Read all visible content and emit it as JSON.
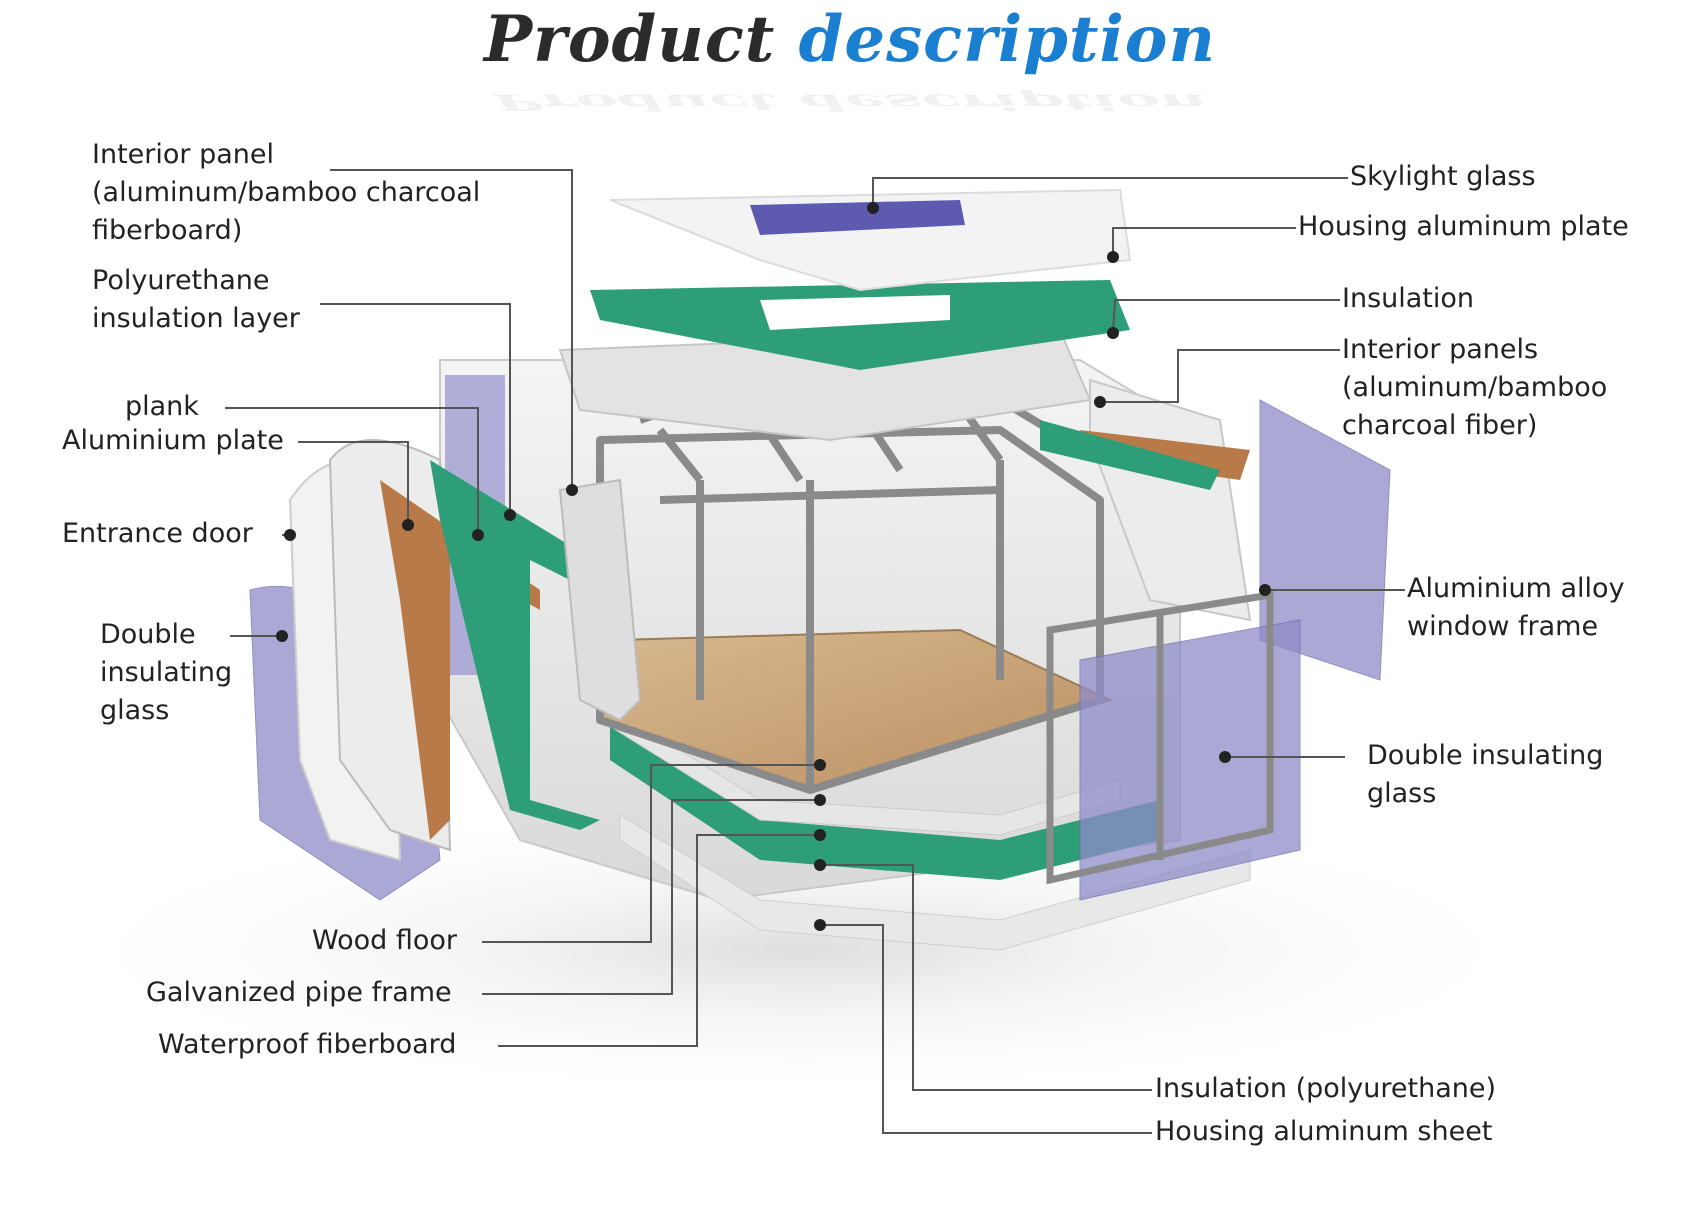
{
  "title": {
    "word1": "Product",
    "word2": "description"
  },
  "colors": {
    "title_dark": "#2b2b2b",
    "title_blue": "#1a7fd0",
    "insulation_green": "#2e9e78",
    "glass_violet": "#8f8cc8",
    "plank_brown": "#b87a48",
    "frame_gray": "#8a8a8a",
    "wood_floor": "#c8a378"
  },
  "labels": {
    "interior_panel": [
      "Interior panel",
      "(aluminum/bamboo charcoal",
      "fiberboard)"
    ],
    "polyurethane_layer": [
      "Polyurethane",
      "insulation layer"
    ],
    "plank": "plank",
    "aluminium_plate": "Aluminium plate",
    "entrance_door": "Entrance door",
    "double_glass_left": [
      "Double",
      "insulating",
      "glass"
    ],
    "wood_floor": "Wood floor",
    "galvanized_pipe_frame": "Galvanized pipe frame",
    "waterproof_fiberboard": "Waterproof fiberboard",
    "skylight_glass": "Skylight glass",
    "housing_plate": "Housing aluminum plate",
    "insulation_top": "Insulation",
    "interior_panels_right": [
      "Interior panels",
      "(aluminum/bamboo",
      "charcoal fiber)"
    ],
    "window_frame": [
      "Aluminium alloy",
      "window frame"
    ],
    "double_glass_right": [
      "Double insulating",
      "glass"
    ],
    "insulation_bottom": "Insulation (polyurethane)",
    "housing_sheet": "Housing aluminum sheet"
  }
}
